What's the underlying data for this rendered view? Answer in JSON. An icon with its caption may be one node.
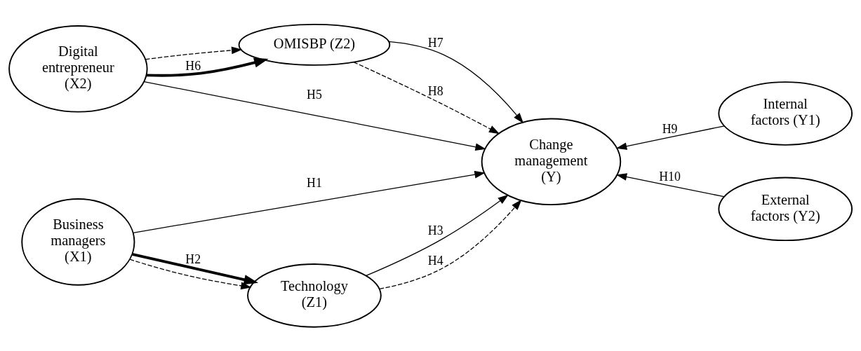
{
  "diagram": {
    "nodes": [
      {
        "text": [
          "Digital entrepreneur (X2)"
        ]
      },
      {
        "text": [
          "OMISBP (Z2)"
        ]
      },
      {
        "text": [
          "Internal factors (Y1)"
        ]
      },
      {
        "text": [
          "Change management (Y)"
        ]
      },
      {
        "text": [
          "External factors (Y2)"
        ]
      },
      {
        "text": [
          "Business managers (X1)"
        ]
      },
      {
        "text": [
          "Technology (Z1)"
        ]
      }
    ],
    "edges": [
      {
        "from": 0,
        "to": 1,
        "arrow": "to",
        "style": "dashed"
      },
      {
        "from": 0,
        "to": 1,
        "arrow": "to",
        "label": "H6",
        "style": "thick"
      },
      {
        "from": 0,
        "to": 3,
        "arrow": "to",
        "label": "H5"
      },
      {
        "from": 1,
        "to": 3,
        "arrow": "to",
        "label": "H7"
      },
      {
        "from": 1,
        "to": 3,
        "arrow": "to",
        "label": "H8",
        "style": "dashed"
      },
      {
        "from": 2,
        "to": 3,
        "arrow": "to",
        "label": "H9"
      },
      {
        "from": 4,
        "to": 3,
        "arrow": "to",
        "label": "H10"
      },
      {
        "from": 5,
        "to": 3,
        "arrow": "to",
        "label": "H1"
      },
      {
        "from": 5,
        "to": 6,
        "arrow": "to",
        "label": "H2",
        "style": "thick"
      },
      {
        "from": 5,
        "to": 6,
        "arrow": "to",
        "style": "dashed"
      },
      {
        "from": 6,
        "to": 3,
        "arrow": "to",
        "label": "H3"
      },
      {
        "from": 6,
        "to": 3,
        "arrow": "to",
        "label": "H4",
        "style": "dashed"
      }
    ]
  }
}
